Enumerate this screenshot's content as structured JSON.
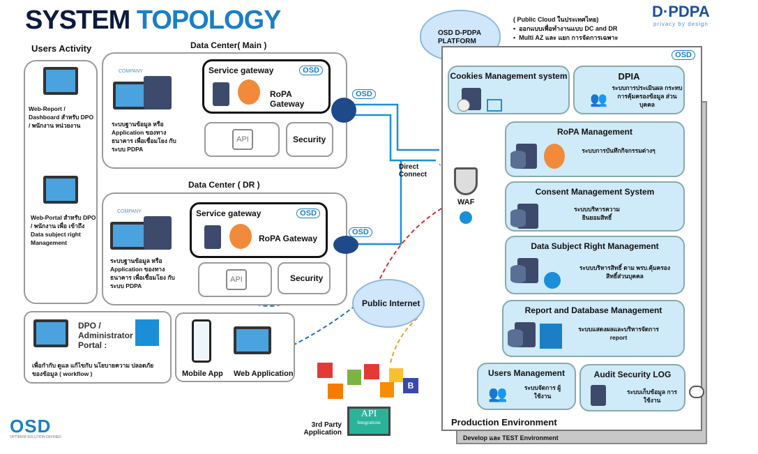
{
  "title": {
    "part1": "SYSTEM",
    "part2": "TOPOLOGY"
  },
  "brand": {
    "logo": "D·PDPA",
    "tagline": "privacy by design",
    "osd_logo": "OSD",
    "osd_tagline": "OPTIMUM SOLUTION DEFINED"
  },
  "users_activity": {
    "heading": "Users Activity",
    "items": [
      {
        "text": "Web-Report / Dashboard สำหรับ DPO / พนักงาน หน่วยงาน",
        "icon": "monitor-user-icon"
      },
      {
        "text": "Web-Portal สำหรับ DPO / พนักงาน เพื่อ เข้าถึง Data subject right Management",
        "icon": "monitor-user-icon"
      }
    ]
  },
  "dc_main": {
    "heading": "Data Center( Main )",
    "company": "COMPANY",
    "desc": "ระบบฐานข้อมูล หรือ Application ของทาง ธนาคาร เพื่อเชื่อมโยง กับ ระบบ PDPA",
    "service_gateway": "Service gateway",
    "ropa_gateway": "RoPA Gateway",
    "api": "API",
    "security": "Security"
  },
  "dc_dr": {
    "heading": "Data Center ( DR )",
    "company": "COMPANY",
    "desc": "ระบบฐานข้อมูล หรือ Application ของทาง ธนาคาร เพื่อเชื่อมโยง กับระบบ PDPA",
    "service_gateway": "Service gateway",
    "ropa_gateway": "RoPA Gateway",
    "api": "API",
    "security": "Security"
  },
  "admin": {
    "title": "DPO / Administrator Portal :",
    "desc": "เพื่อกำกับ ดูแล แก้ไขกับ นโยบายความ ปลอดภัย ของข้อมูล ( workflow )"
  },
  "apps": {
    "mobile": "Mobile App",
    "web": "Web Application"
  },
  "network": {
    "direct_connect": "Direct Connect",
    "public_internet": "Public Internet",
    "waf": "WAF",
    "third_party": "3rd Party Application",
    "api_integration": "API",
    "api_sub": "Integrations"
  },
  "platform": {
    "cloud_label": "OSD D-PDPA PLATFORM",
    "notes_title": "( Public Cloud ในประเทศไทย)",
    "notes": [
      "ออกแบบเพื่อทำงานแบบ DC and DR",
      "Multi AZ และ แยก การจัดการเฉพาะ"
    ],
    "modules": [
      {
        "title": "Cookies Management system",
        "desc": ""
      },
      {
        "title": "DPIA",
        "desc": "ระบบการประเมินผล กระทบการคุ้มครองข้อมูล ส่วนบุคคล"
      },
      {
        "title": "RoPA Management",
        "desc": "ระบบการบันทึกกิจกรรมต่างๆ"
      },
      {
        "title": "Consent Management System",
        "desc": "ระบบบริหารความ ยินยอมสิทธิ์"
      },
      {
        "title": "Data Subject Right Management",
        "desc": "ระบบบริหารสิทธิ์ ตาม พรบ.คุ้มครองสิทธิ์ส่วนบุคคล"
      },
      {
        "title": "Report and Database Management",
        "desc": "ระบบแสดงผลและบริหารจัดการ report"
      },
      {
        "title": "Users Management",
        "desc": "ระบบจัดการ ผู้ใช้งาน"
      },
      {
        "title": "Audit Security LOG",
        "desc": "ระบบเก็บข้อมูล การใช้งาน"
      }
    ],
    "production": "Production Environment",
    "develop": "Develop และ TEST Environment"
  },
  "colors": {
    "navy": "#0d1b3e",
    "blue": "#1a7fc4",
    "module_bg": "#cfeaf8",
    "red_link": "#d9302c",
    "orange_link": "#f39a2b"
  }
}
